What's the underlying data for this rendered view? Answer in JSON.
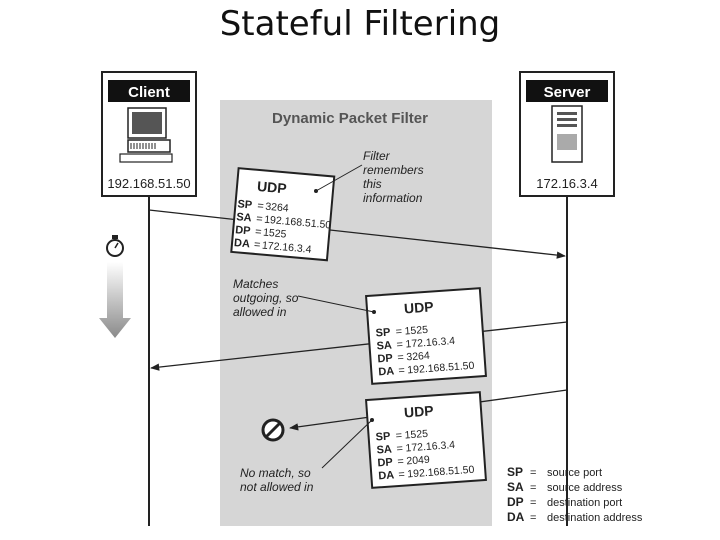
{
  "slide_title": "Stateful Filtering",
  "filter_title": "Dynamic Packet Filter",
  "client": {
    "label": "Client",
    "ip": "192.168.51.50"
  },
  "server": {
    "label": "Server",
    "ip": "172.16.3.4"
  },
  "notes": {
    "remember": [
      "Filter",
      "remembers",
      "this",
      "information"
    ],
    "matches": [
      "Matches",
      "outgoing, so",
      "allowed in"
    ],
    "nomatch": [
      "No match, so",
      "not allowed in"
    ]
  },
  "packets": [
    {
      "title": "UDP",
      "fields": [
        {
          "key": "SP",
          "eq": "=",
          "val": "3264"
        },
        {
          "key": "SA",
          "eq": "=",
          "val": "192.168.51.50"
        },
        {
          "key": "DP",
          "eq": "=",
          "val": "1525"
        },
        {
          "key": "DA",
          "eq": "=",
          "val": "172.16.3.4"
        }
      ]
    },
    {
      "title": "UDP",
      "fields": [
        {
          "key": "SP",
          "eq": "=",
          "val": "1525"
        },
        {
          "key": "SA",
          "eq": "=",
          "val": "172.16.3.4"
        },
        {
          "key": "DP",
          "eq": "=",
          "val": "3264"
        },
        {
          "key": "DA",
          "eq": "=",
          "val": "192.168.51.50"
        }
      ]
    },
    {
      "title": "UDP",
      "fields": [
        {
          "key": "SP",
          "eq": "=",
          "val": "1525"
        },
        {
          "key": "SA",
          "eq": "=",
          "val": "172.16.3.4"
        },
        {
          "key": "DP",
          "eq": "=",
          "val": "2049"
        },
        {
          "key": "DA",
          "eq": "=",
          "val": "192.168.51.50"
        }
      ]
    }
  ],
  "legend": [
    {
      "key": "SP",
      "eq": "=",
      "desc": "source port"
    },
    {
      "key": "SA",
      "eq": "=",
      "desc": "source address"
    },
    {
      "key": "DP",
      "eq": "=",
      "desc": "destination port"
    },
    {
      "key": "DA",
      "eq": "=",
      "desc": "destination address"
    }
  ],
  "icons": [
    "computer-icon",
    "server-icon",
    "stopwatch-icon",
    "prohibited-icon"
  ],
  "colors": {
    "filter_bg": "#d6d6d6",
    "ink": "#222222"
  }
}
